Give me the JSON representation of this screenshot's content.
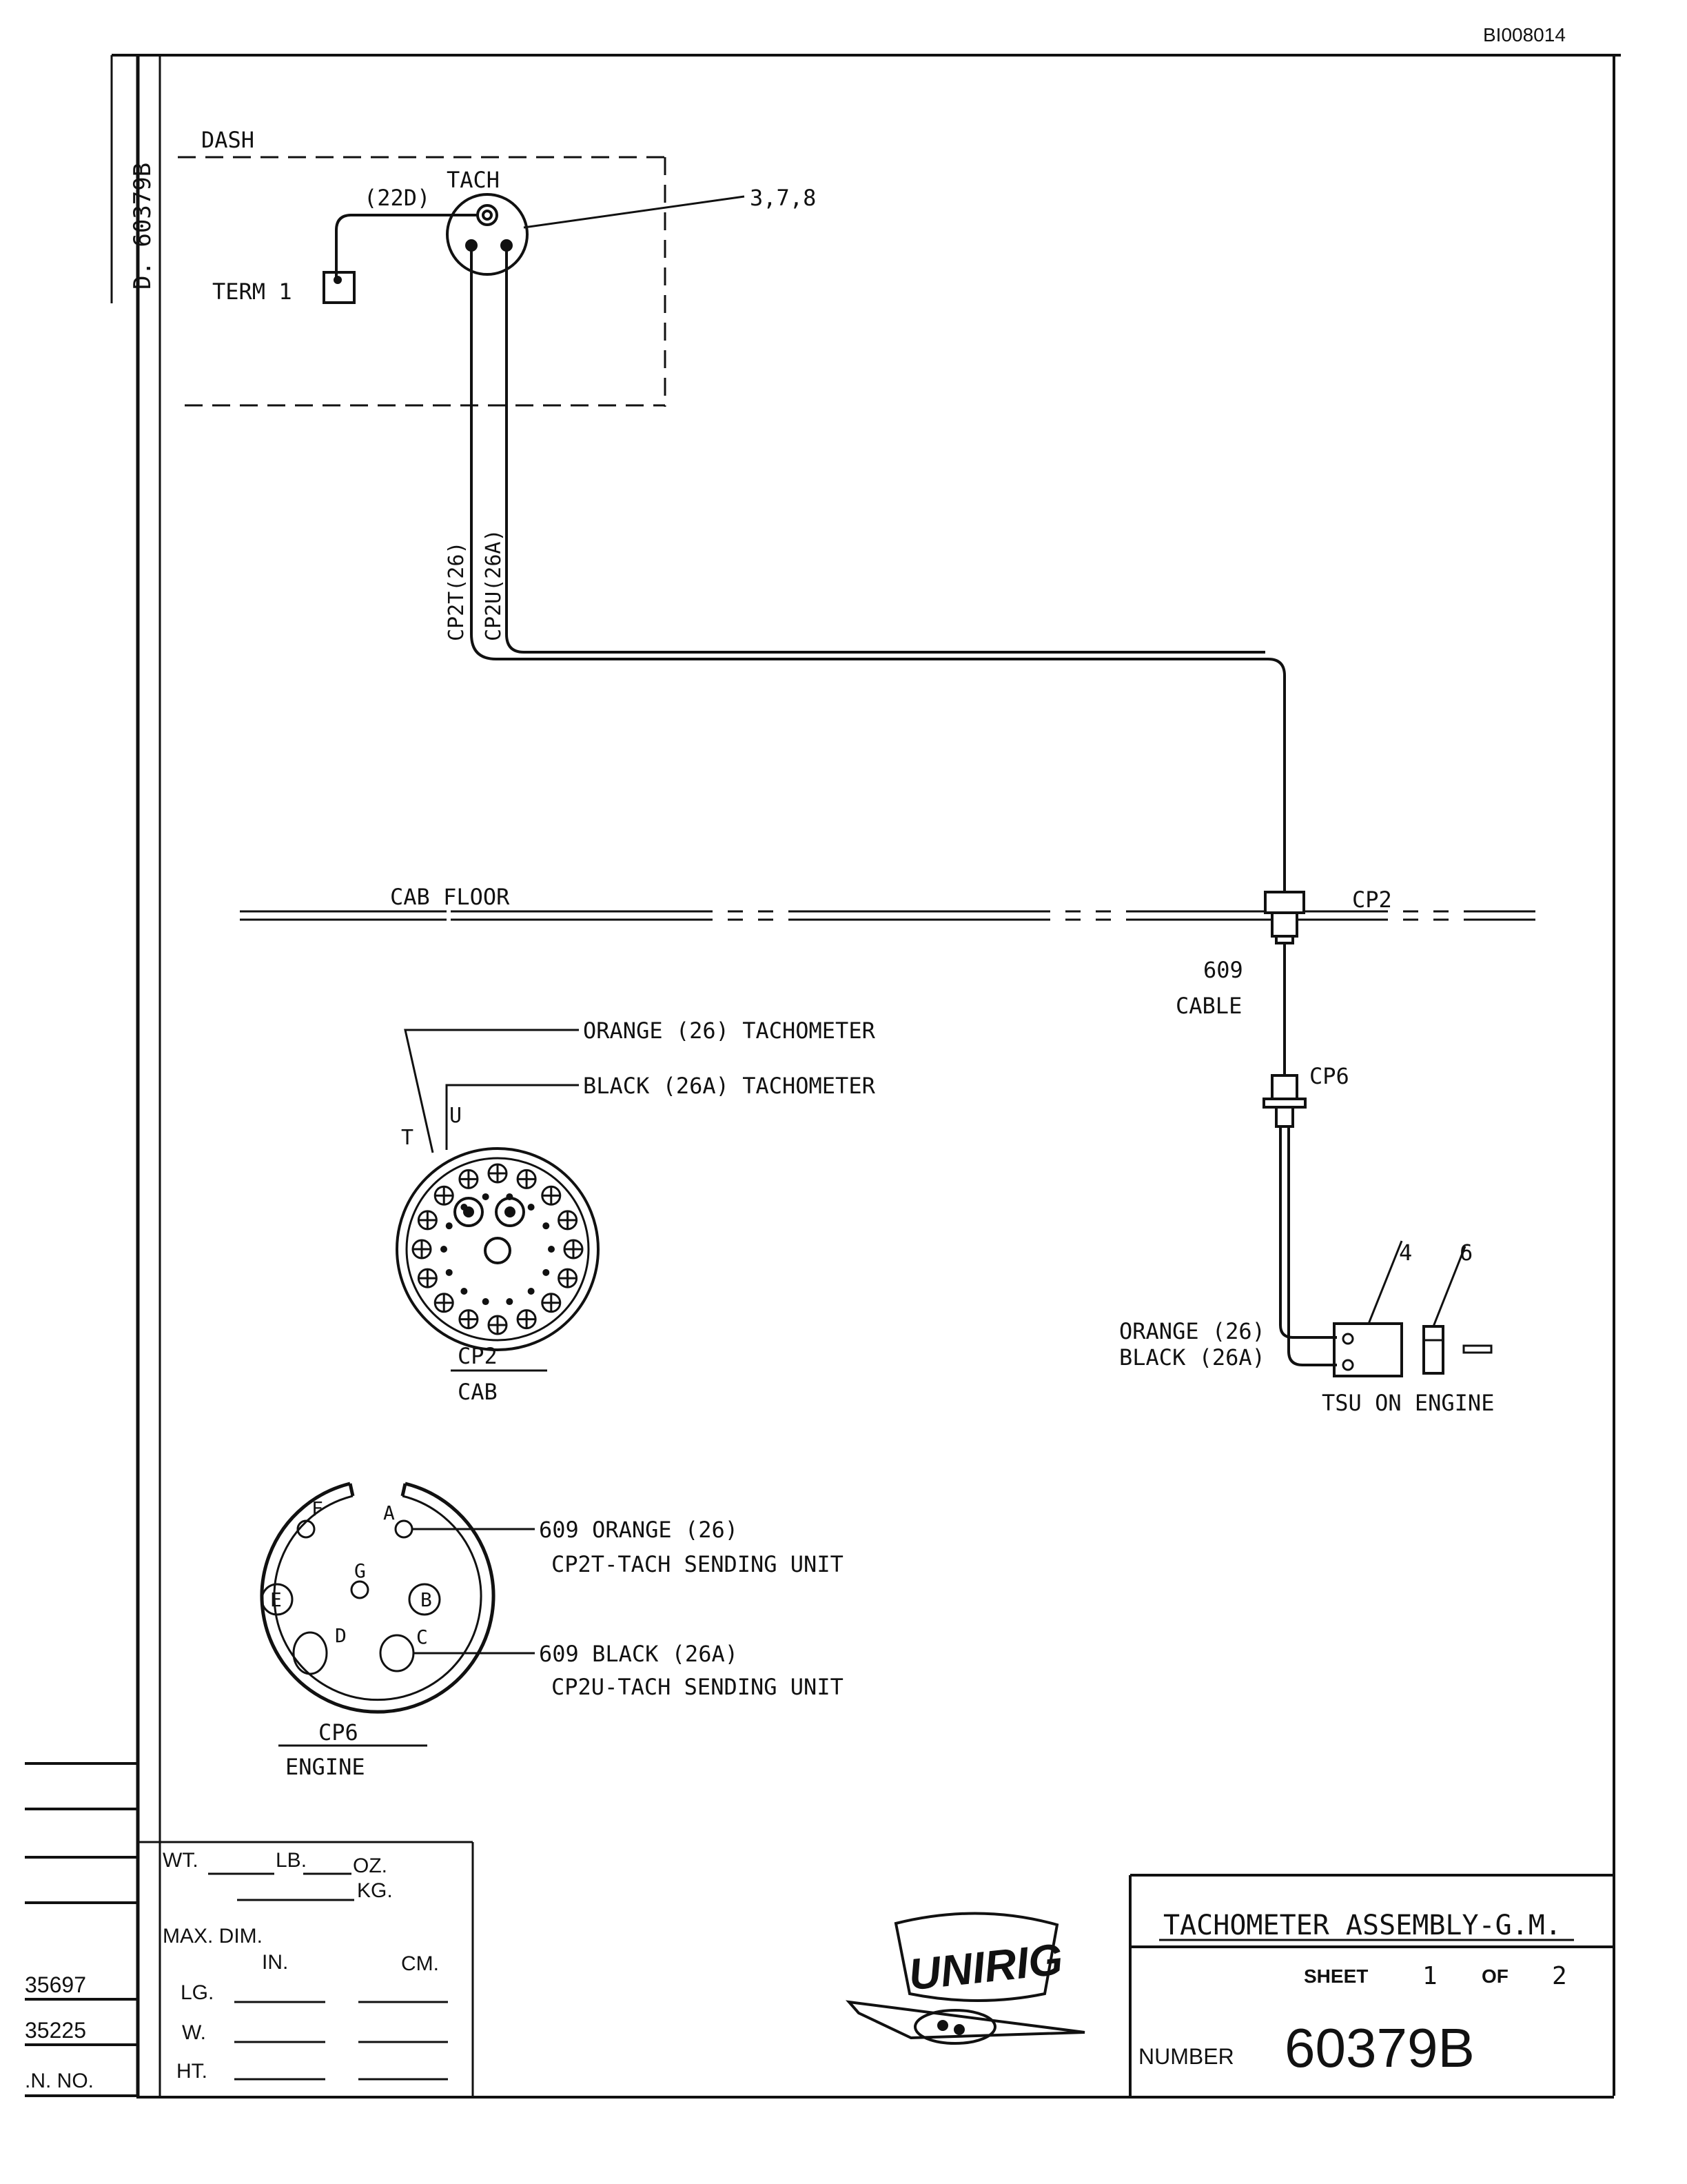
{
  "doc_code": "BI008014",
  "margin_number": "D. 60379B",
  "dash": {
    "label": "DASH",
    "tach_label": "TACH",
    "wire_22d": "(22D)",
    "pins_378": "3,7,8",
    "term1": "TERM 1"
  },
  "wires": {
    "cp2t": "CP2T(26)",
    "cp2u": "CP2U(26A)"
  },
  "cab_floor": {
    "label": "CAB FLOOR",
    "cp2": "CP2",
    "cable_609": "609",
    "cable_word": "CABLE",
    "cp6": "CP6"
  },
  "cp2_connector": {
    "orange_callout": "ORANGE (26) TACHOMETER",
    "black_callout": "BLACK (26A) TACHOMETER",
    "pin_t": "T",
    "pin_u": "U",
    "label_top": "CP2",
    "label_bottom": "CAB"
  },
  "tsu": {
    "num4": "4",
    "num6": "6",
    "orange": "ORANGE (26)",
    "black": "BLACK (26A)",
    "label": "TSU ON ENGINE"
  },
  "cp6_connector": {
    "pins": {
      "A": "A",
      "B": "B",
      "C": "C",
      "D": "D",
      "E": "E",
      "F": "F",
      "G": "G"
    },
    "callout_a1": "609 ORANGE (26)",
    "callout_a2": "CP2T-TACH SENDING UNIT",
    "callout_c1": "609 BLACK (26A)",
    "callout_c2": "CP2U-TACH SENDING UNIT",
    "label_top": "CP6",
    "label_bottom": "ENGINE"
  },
  "left_refs": {
    "ref1": "35697",
    "ref2": "35225",
    "ref3": ".N. NO."
  },
  "weight_box": {
    "wt": "WT.",
    "lb": "LB.",
    "oz": "OZ.",
    "kg": "KG.",
    "max_dim": "MAX. DIM.",
    "in": "IN.",
    "cm": "CM.",
    "lg": "LG.",
    "w": "W.",
    "ht": "HT."
  },
  "logo_text": "UNIRIG",
  "title_block": {
    "title": "TACHOMETER ASSEMBLY-G.M.",
    "sheet_word": "SHEET",
    "sheet_num": "1",
    "of_word": "OF",
    "sheet_total": "2",
    "number_word": "NUMBER",
    "number": "60379B"
  }
}
